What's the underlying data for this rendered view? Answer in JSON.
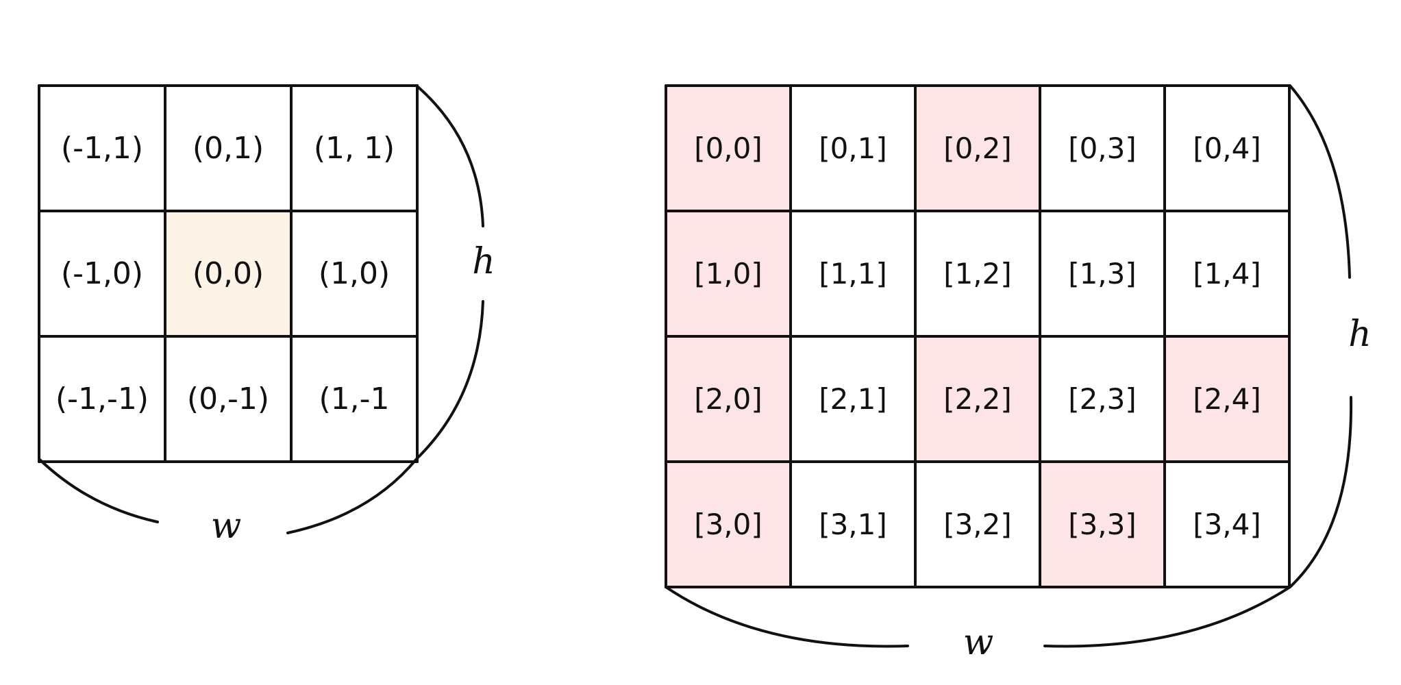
{
  "colors": {
    "line": "#111111",
    "center_highlight": "#fdf3e7",
    "pink_highlight": "#fde4e6",
    "background": "#ffffff"
  },
  "left_grid": {
    "rows": [
      [
        "(-1,1)",
        "(0,1)",
        "(1, 1)"
      ],
      [
        "(-1,0)",
        "(0,0)",
        "(1,0)"
      ],
      [
        "(-1,-1)",
        "(0,-1)",
        "(1,-1"
      ]
    ],
    "highlighted": [
      [
        1,
        1
      ]
    ],
    "width_label": "w",
    "height_label": "h"
  },
  "right_grid": {
    "rows": [
      [
        "[0,0]",
        "[0,1]",
        "[0,2]",
        "[0,3]",
        "[0,4]"
      ],
      [
        "[1,0]",
        "[1,1]",
        "[1,2]",
        "[1,3]",
        "[1,4]"
      ],
      [
        "[2,0]",
        "[2,1]",
        "[2,2]",
        "[2,3]",
        "[2,4]"
      ],
      [
        "[3,0]",
        "[3,1]",
        "[3,2]",
        "[3,3]",
        "[3,4]"
      ]
    ],
    "highlighted": [
      [
        0,
        0
      ],
      [
        0,
        2
      ],
      [
        1,
        0
      ],
      [
        2,
        0
      ],
      [
        2,
        2
      ],
      [
        2,
        4
      ],
      [
        3,
        0
      ],
      [
        3,
        3
      ]
    ],
    "width_label": "w",
    "height_label": "h"
  }
}
